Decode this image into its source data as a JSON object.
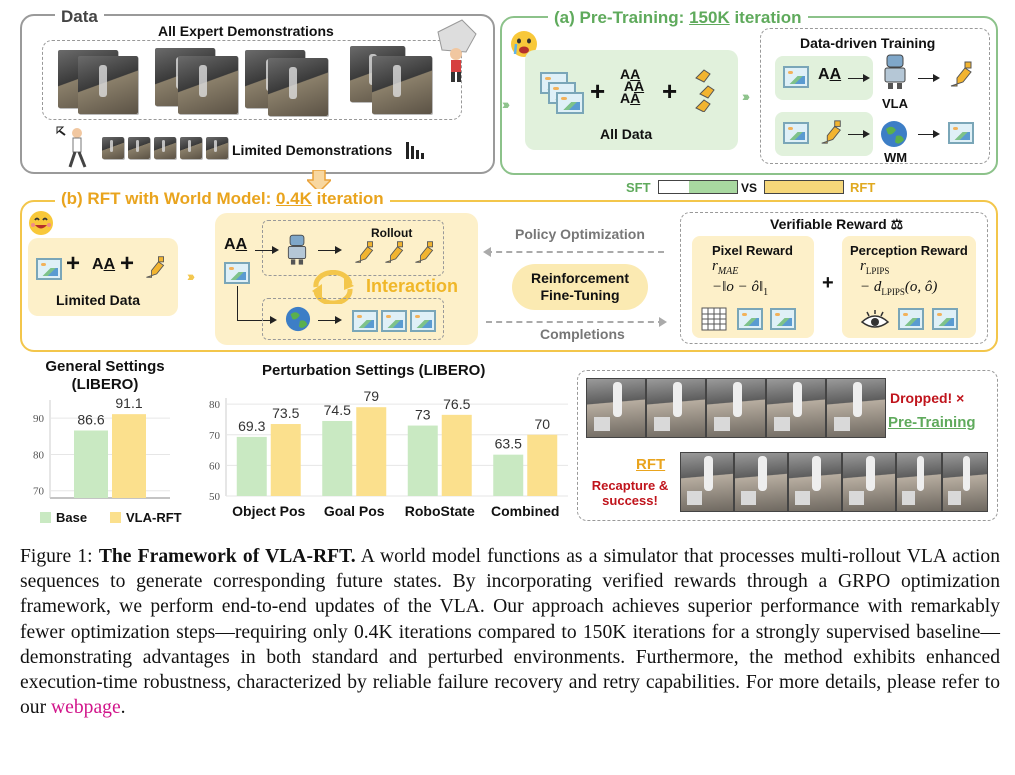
{
  "top": {
    "data_label": "Data",
    "all_expert": "All Expert Demonstrations",
    "limited_demos": "Limited Demonstrations"
  },
  "pretraining": {
    "title_prefix": "(a) Pre-Training: ",
    "title_highlight": "150K",
    "title_suffix": " iteration",
    "all_data": "All Data",
    "data_driven": "Data-driven Training",
    "vla": "VLA",
    "wm": "WM",
    "text_glyph": "A̲A"
  },
  "comparison": {
    "sft": "SFT",
    "vs": "VS",
    "rft": "RFT",
    "sft_color": "#a8d8a0",
    "rft_color": "#f6d77a"
  },
  "rft": {
    "title_prefix": "(b) RFT with World Model: ",
    "title_highlight": "0.4K",
    "title_suffix": " iteration",
    "limited_data": "Limited Data",
    "rollout": "Rollout",
    "interaction": "Interaction",
    "policy_opt": "Policy Optimization",
    "reinforcement": "Reinforcement\nFine-Tuning",
    "completions": "Completions",
    "verifiable_reward": "Verifiable Reward",
    "pixel_reward": "Pixel Reward",
    "pixel_r": "r",
    "pixel_sub": "MAE",
    "pixel_formula": "−‖o − ô‖",
    "pixel_formula_sub": "1",
    "perception_reward": "Perception Reward",
    "perc_r": "r",
    "perc_sub": "LPIPS",
    "perc_formula": "− d",
    "perc_formula_sub": "LPIPS",
    "perc_formula_tail": "(o, ô)",
    "plus": "+"
  },
  "chart_data": [
    {
      "type": "bar",
      "title": "General Settings\n(LIBERO)",
      "series": [
        {
          "name": "Base",
          "values": [
            86.6
          ],
          "color": "#c9e9c2"
        },
        {
          "name": "VLA-RFT",
          "values": [
            91.1
          ],
          "color": "#fbe08d"
        }
      ],
      "categories": [
        ""
      ],
      "ylim": [
        68,
        95
      ],
      "yticks": [
        "70",
        "80",
        "90"
      ]
    },
    {
      "type": "bar",
      "title": "Perturbation Settings (LIBERO)",
      "categories": [
        "Object Pos",
        "Goal Pos",
        "RoboState",
        "Combined"
      ],
      "series": [
        {
          "name": "Base",
          "values": [
            69.3,
            74.5,
            73,
            63.5
          ],
          "color": "#c9e9c2"
        },
        {
          "name": "VLA-RFT",
          "values": [
            73.5,
            79,
            76.5,
            70
          ],
          "color": "#fbe08d"
        }
      ],
      "ylim": [
        50,
        82
      ],
      "yticks": [
        "50",
        "60",
        "70",
        "80"
      ]
    }
  ],
  "legend": {
    "base": "Base",
    "vla_rft": "VLA-RFT",
    "base_color": "#c9e9c2",
    "rft_color": "#fbe08d"
  },
  "demo": {
    "dropped": "Dropped! ×",
    "pretraining": "Pre-Training",
    "rft": "RFT",
    "recapture": "Recapture &\nsuccess!"
  },
  "caption": {
    "prefix": "Figure 1: ",
    "title": "The Framework of VLA-RFT.",
    "body": " A world model functions as a simulator that processes multi-rollout VLA action sequences to generate corresponding future states. By incorporating verified rewards through a GRPO optimization framework, we perform end-to-end updates of the VLA. Our approach achieves superior performance with remarkably fewer optimization steps—requiring only 0.4K iterations compared to 150K iterations for a strongly supervised baseline—demonstrating advantages in both standard and perturbed environments. Furthermore, the method exhibits enhanced execution-time robustness, characterized by reliable failure recovery and retry capabilities. For more details, please refer to our ",
    "link": "webpage",
    "end": "."
  }
}
